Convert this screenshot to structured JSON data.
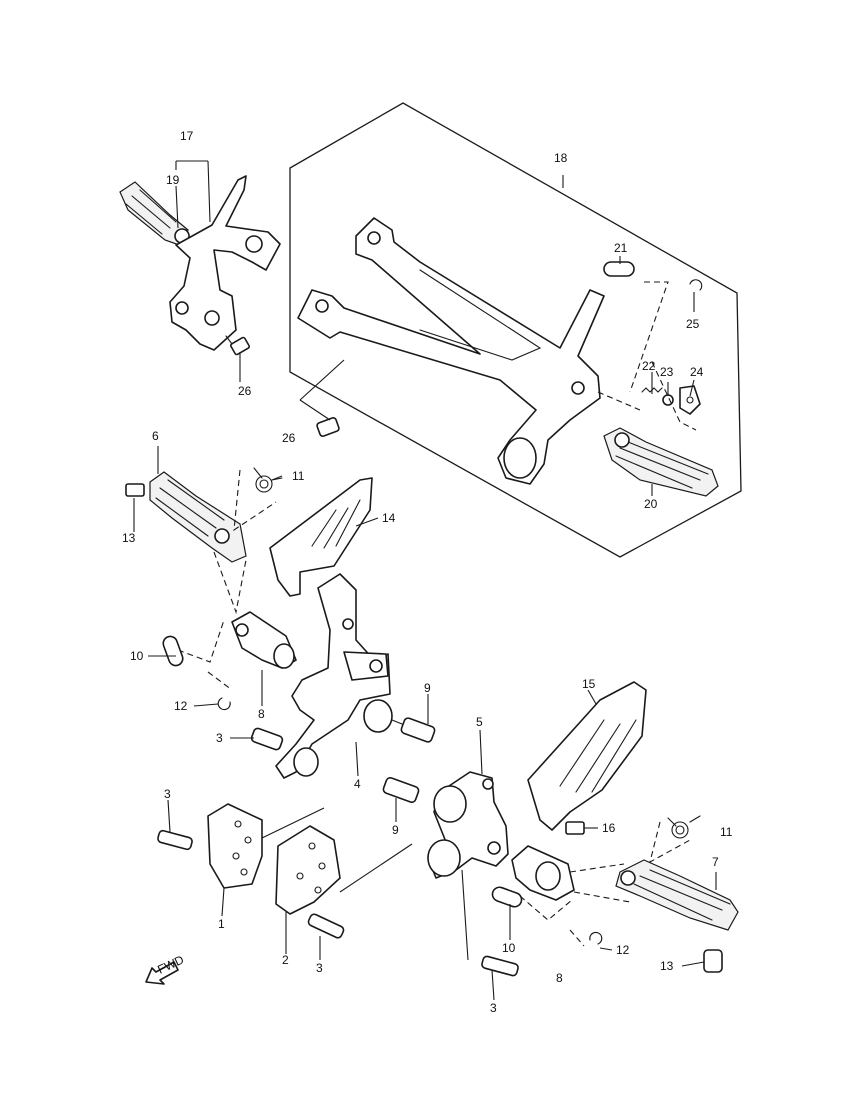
{
  "callouts": {
    "c1": "1",
    "c2": "2",
    "c3a": "3",
    "c3b": "3",
    "c3c": "3",
    "c3d": "3",
    "c4": "4",
    "c5": "5",
    "c6": "6",
    "c7": "7",
    "c8a": "8",
    "c8b": "8",
    "c9a": "9",
    "c9b": "9",
    "c10a": "10",
    "c10b": "10",
    "c11a": "11",
    "c11b": "11",
    "c12a": "12",
    "c12b": "12",
    "c13a": "13",
    "c13b": "13",
    "c14": "14",
    "c15": "15",
    "c16": "16",
    "c17": "17",
    "c18": "18",
    "c19": "19",
    "c20": "20",
    "c21": "21",
    "c22": "22",
    "c23": "23",
    "c24": "24",
    "c25": "25",
    "c26a": "26",
    "c26b": "26"
  },
  "fwd_label": "FWD"
}
